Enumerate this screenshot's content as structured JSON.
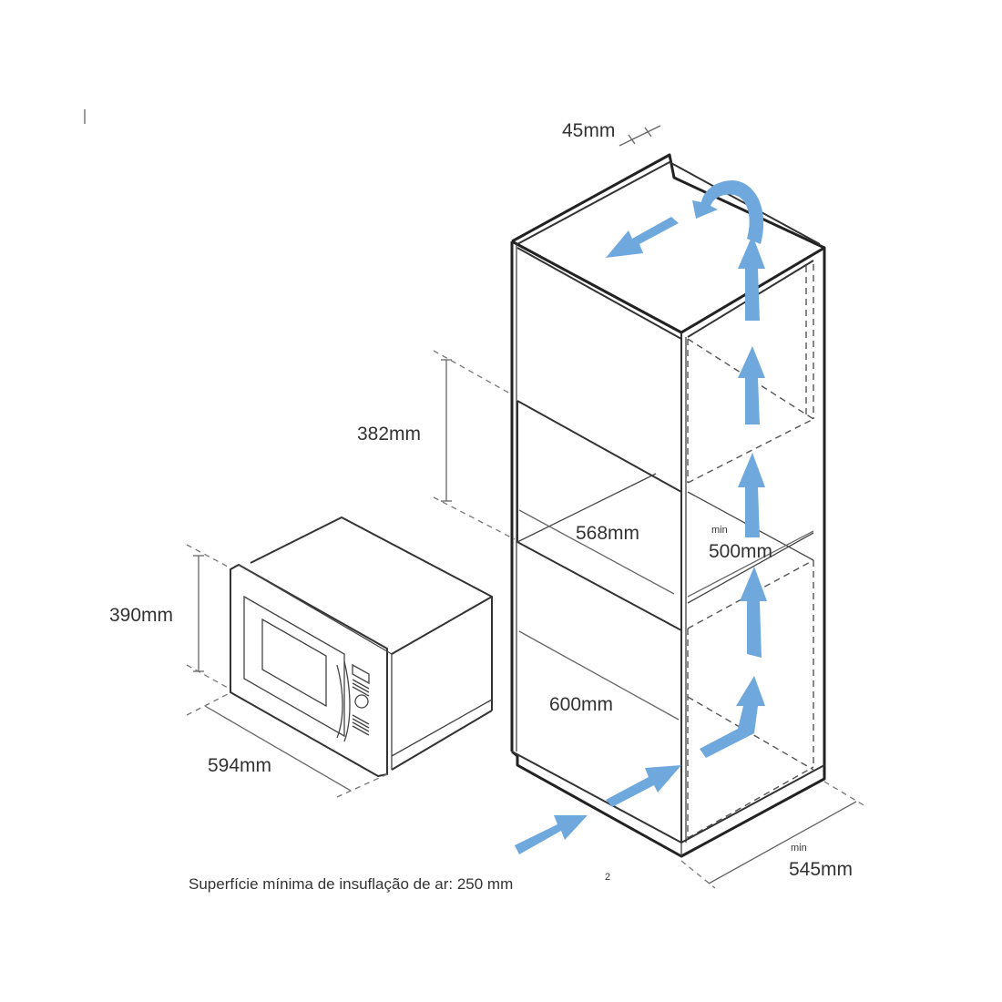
{
  "diagram": {
    "title": "Built-in microwave installation dimensions and ventilation",
    "colors": {
      "line": "#222222",
      "text": "#333333",
      "airflow_arrow": "#6fa8dc",
      "background": "#ffffff"
    },
    "dimensions": {
      "cabinet_side_gap": {
        "value": "45mm"
      },
      "niche_height": {
        "value": "382mm"
      },
      "niche_depth": {
        "value": "568mm"
      },
      "cabinet_depth": {
        "qualifier": "min",
        "value": "500mm"
      },
      "niche_width": {
        "value": "600mm"
      },
      "cabinet_base_depth": {
        "qualifier": "min",
        "value": "545mm"
      },
      "microwave_height": {
        "value": "390mm"
      },
      "microwave_width": {
        "value": "594mm"
      }
    },
    "caption": {
      "text": "Superfície mínima de insuflação de ar: 250 mm",
      "superscript": "2"
    },
    "components": [
      {
        "name": "tall-cabinet",
        "label": ""
      },
      {
        "name": "microwave-oven",
        "label": ""
      },
      {
        "name": "airflow-arrows",
        "label": ""
      }
    ]
  }
}
